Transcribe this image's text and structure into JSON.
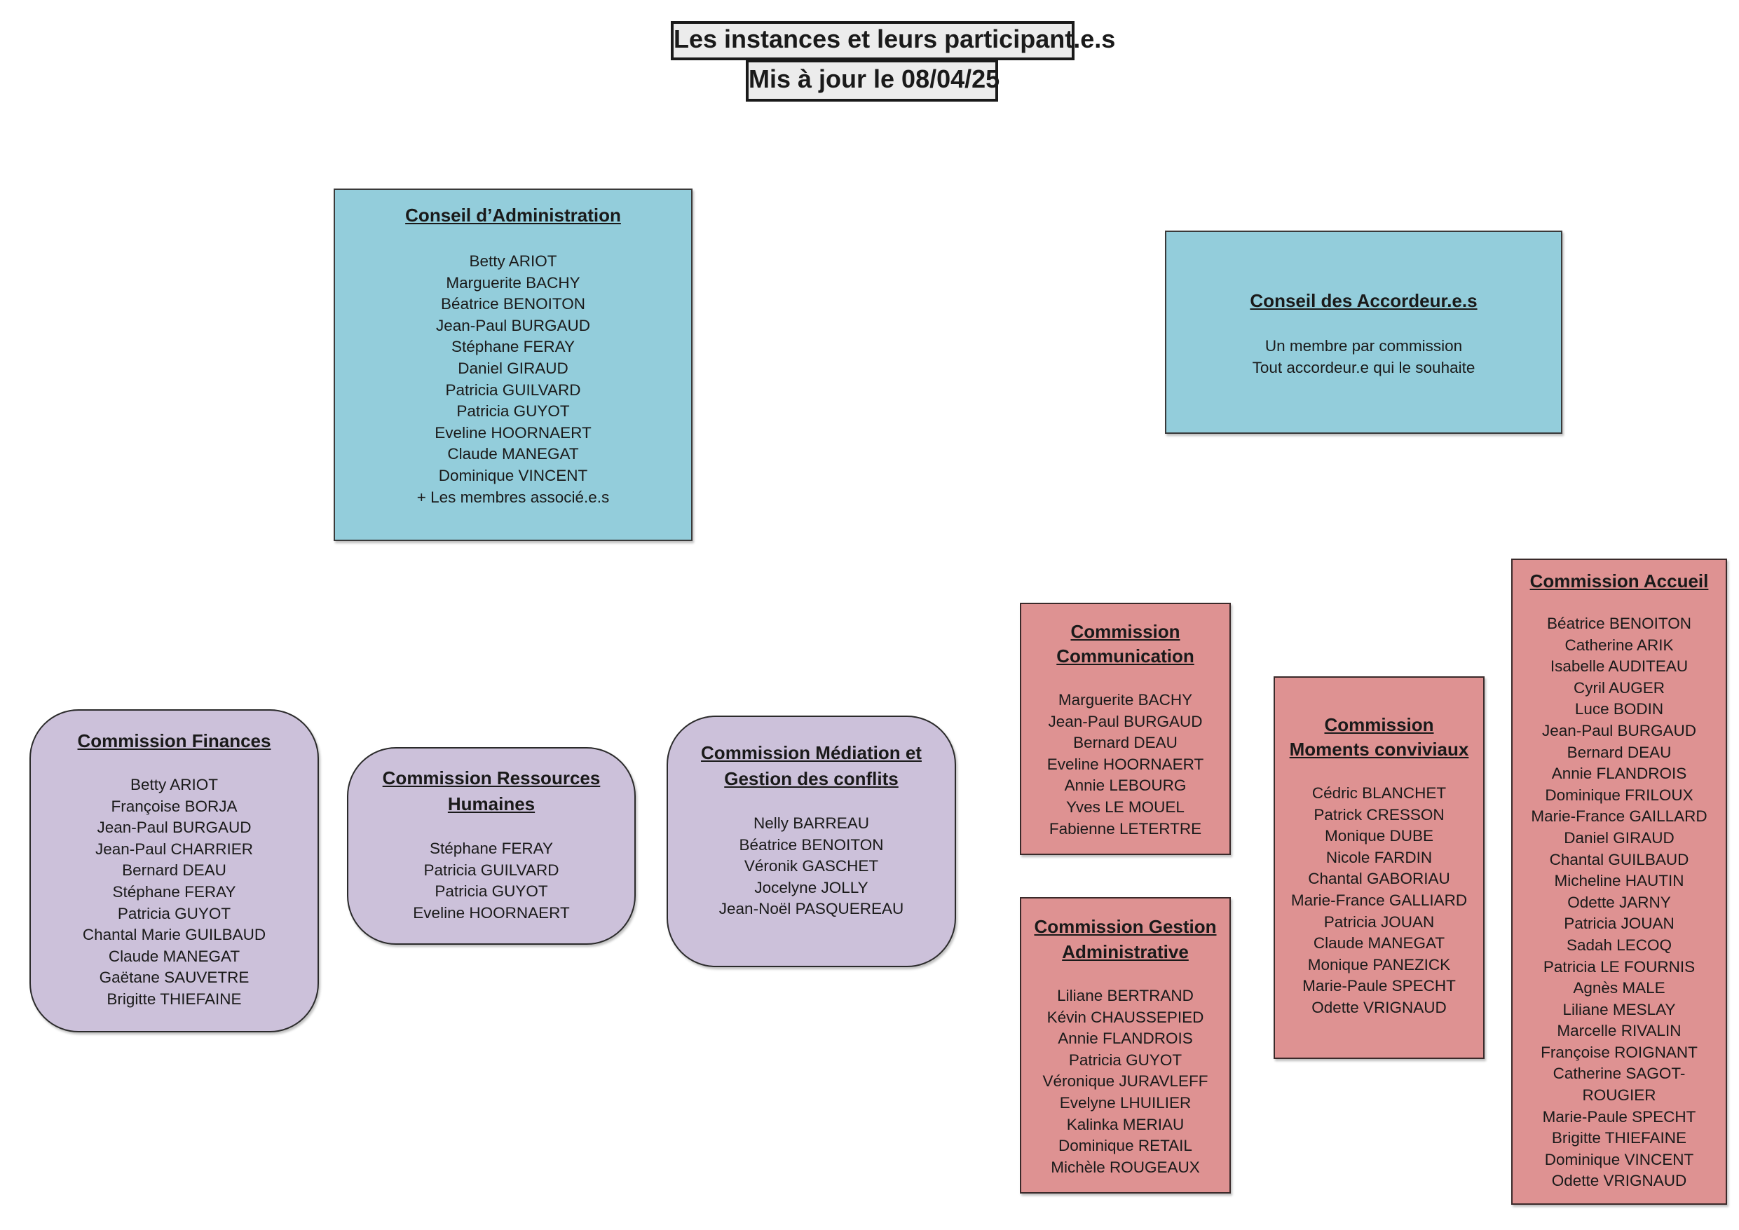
{
  "header": {
    "title": "Les instances et leurs participant.e.s",
    "updated": "Mis à jour le 08/04/25"
  },
  "colors": {
    "conseil": "#93cddb",
    "commission_transversale": "#ccc1da",
    "commission_thematique": "#de9292"
  },
  "conseil_administration": {
    "title": "Conseil d’Administration",
    "members": [
      "Betty ARIOT",
      "Marguerite BACHY",
      "Béatrice BENOITON",
      "Jean-Paul BURGAUD",
      "Stéphane FERAY",
      "Daniel GIRAUD",
      "Patricia GUILVARD",
      "Patricia GUYOT",
      "Eveline HOORNAERT",
      "Claude MANEGAT",
      "Dominique VINCENT",
      "+ Les membres associé.e.s"
    ]
  },
  "conseil_accordeurs": {
    "title": "Conseil des Accordeur.e.s",
    "members": [
      "Un membre par commission",
      "Tout accordeur.e qui le souhaite"
    ]
  },
  "commission_finances": {
    "title": "Commission Finances",
    "members": [
      "Betty ARIOT",
      "Françoise BORJA",
      "Jean-Paul BURGAUD",
      "Jean-Paul CHARRIER",
      "Bernard DEAU",
      "Stéphane FERAY",
      "Patricia GUYOT",
      "Chantal Marie GUILBAUD",
      "Claude MANEGAT",
      "Gaëtane SAUVETRE",
      "Brigitte THIEFAINE"
    ]
  },
  "commission_rh": {
    "title_line1": "Commission Ressources",
    "title_line2": "Humaines",
    "members": [
      "Stéphane FERAY",
      "Patricia GUILVARD",
      "Patricia GUYOT",
      "Eveline HOORNAERT"
    ]
  },
  "commission_mediation": {
    "title_line1": "Commission Médiation et",
    "title_line2": "Gestion des conflits",
    "members": [
      "Nelly BARREAU",
      "Béatrice BENOITON",
      "Véronik GASCHET",
      "Jocelyne JOLLY",
      "Jean-Noël PASQUEREAU"
    ]
  },
  "commission_communication": {
    "title_line1": "Commission",
    "title_line2": "Communication",
    "members": [
      "Marguerite BACHY",
      "Jean-Paul BURGAUD",
      "Bernard DEAU",
      "Eveline HOORNAERT",
      "Annie LEBOURG",
      "Yves LE MOUEL",
      "Fabienne LETERTRE"
    ]
  },
  "commission_gestion": {
    "title_line1": "Commission Gestion",
    "title_line2": "Administrative",
    "members": [
      "Liliane BERTRAND",
      "Kévin CHAUSSEPIED",
      "Annie FLANDROIS",
      "Patricia GUYOT",
      "Véronique JURAVLEFF",
      "Evelyne LHUILIER",
      "Kalinka MERIAU",
      "Dominique RETAIL",
      "Michèle ROUGEAUX"
    ]
  },
  "commission_moments": {
    "title_line1": "Commission",
    "title_line2": "Moments conviviaux",
    "members": [
      "Cédric BLANCHET",
      "Patrick CRESSON",
      "Monique DUBE",
      "Nicole FARDIN",
      "Chantal GABORIAU",
      "Marie-France GALLIARD",
      "Patricia JOUAN",
      "Claude MANEGAT",
      "Monique PANEZICK",
      "Marie-Paule SPECHT",
      "Odette VRIGNAUD"
    ]
  },
  "commission_accueil": {
    "title": "Commission Accueil",
    "members": [
      "Béatrice BENOITON",
      "Catherine ARIK",
      "Isabelle AUDITEAU",
      "Cyril AUGER",
      "Luce BODIN",
      "Jean-Paul BURGAUD",
      "Bernard DEAU",
      "Annie FLANDROIS",
      "Dominique FRILOUX",
      "Marie-France GAILLARD",
      "Daniel GIRAUD",
      "Chantal GUILBAUD",
      "Micheline HAUTIN",
      "Odette JARNY",
      "Patricia JOUAN",
      "Sadah LECOQ",
      "Patricia LE FOURNIS",
      "Agnès MALE",
      "Liliane MESLAY",
      "Marcelle RIVALIN",
      "Françoise ROIGNANT",
      "Catherine SAGOT-",
      "ROUGIER",
      "Marie-Paule SPECHT",
      "Brigitte THIEFAINE",
      "Dominique VINCENT",
      "Odette VRIGNAUD"
    ]
  }
}
